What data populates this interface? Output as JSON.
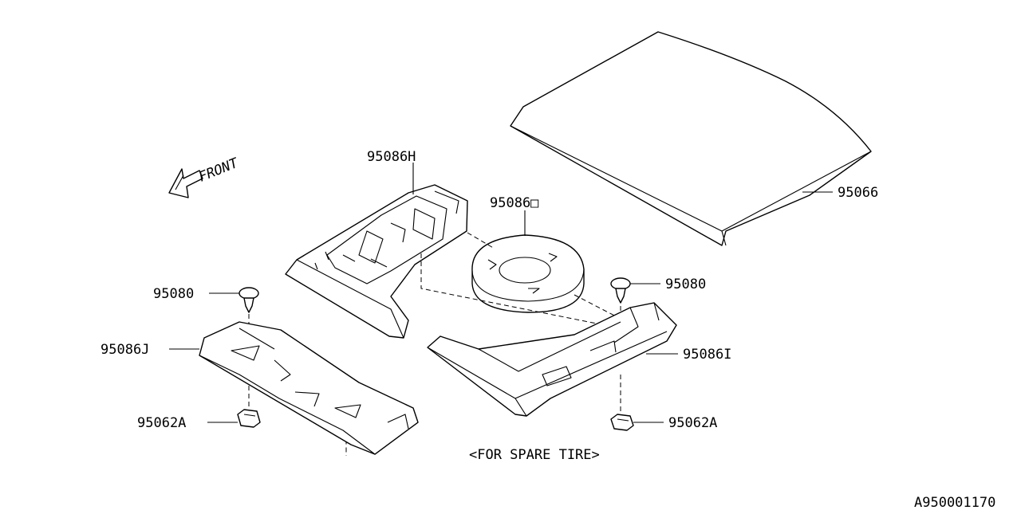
{
  "labels": {
    "front": "FRONT",
    "p95086H": "95086H",
    "p95086O": "95086□",
    "p95066": "95066",
    "p95080_left": "95080",
    "p95080_right": "95080",
    "p95086J": "95086J",
    "p95086I": "95086I",
    "p95062A_left": "95062A",
    "p95062A_right": "95062A",
    "spare_tire_note": "<FOR SPARE TIRE>",
    "diagram_id": "A950001170"
  }
}
